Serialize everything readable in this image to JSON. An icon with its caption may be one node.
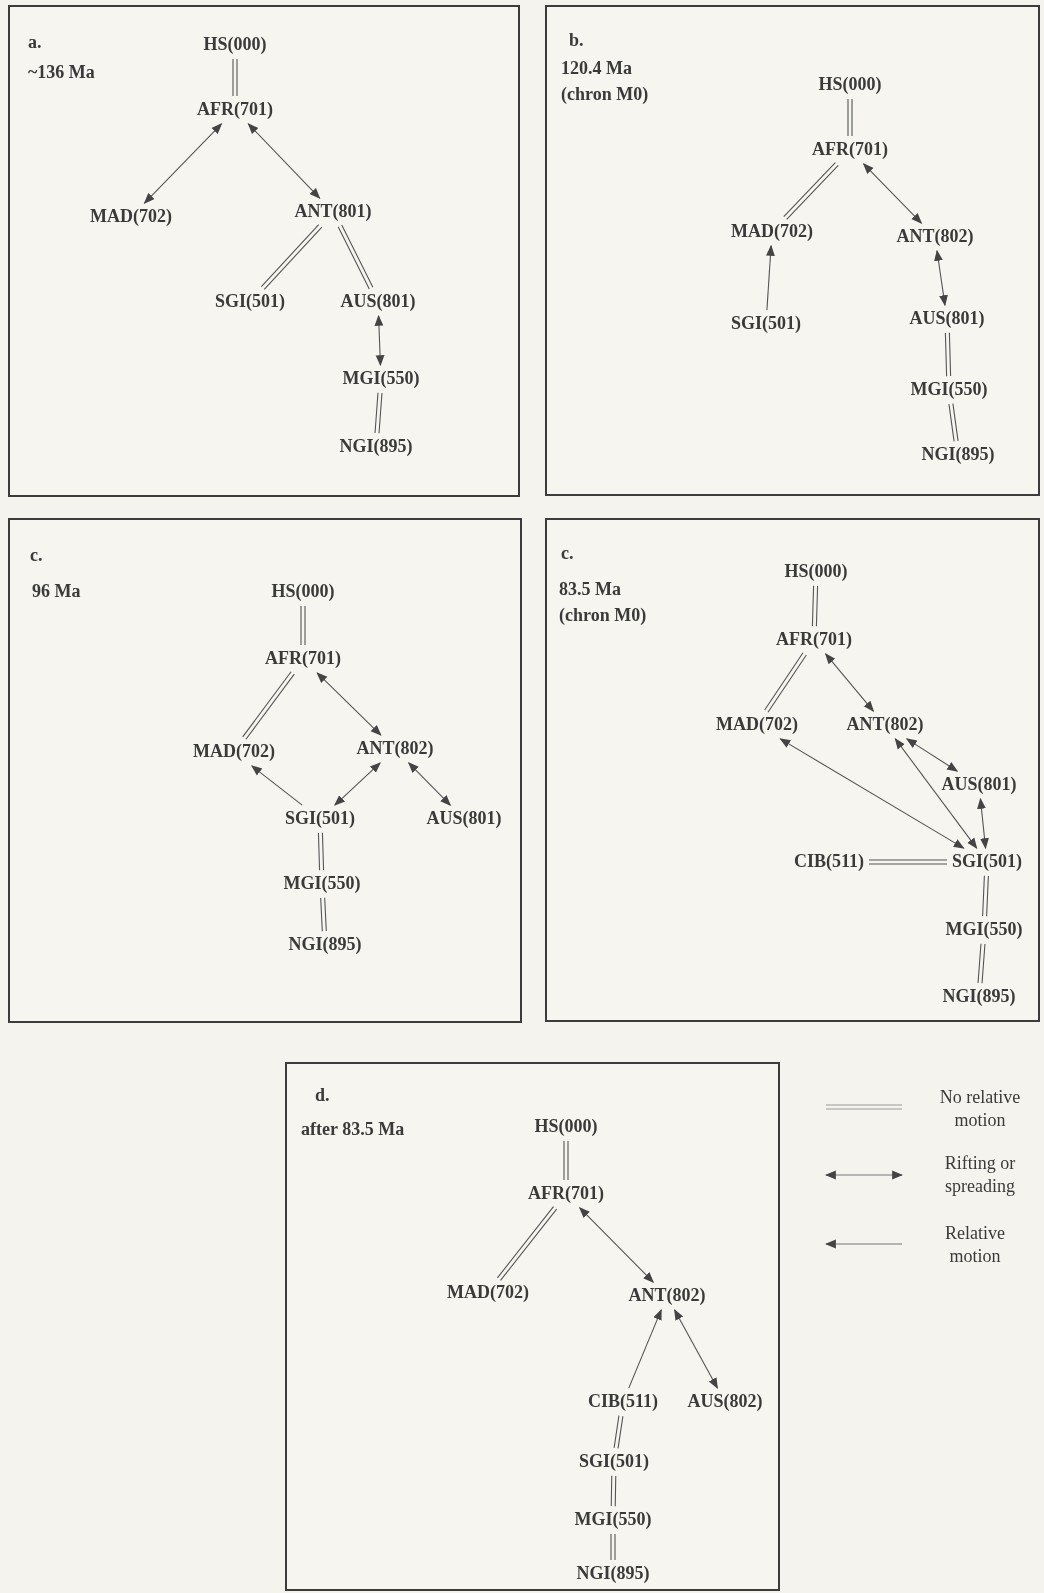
{
  "diagram": {
    "nodes": [
      {
        "text": [
          "a.",
          "~136 Ma"
        ]
      },
      {
        "text": [
          "HS(000)"
        ],
        "in": 0
      },
      {
        "text": [
          "AFR(701)"
        ],
        "in": 0
      },
      {
        "text": [
          "MAD(702)"
        ],
        "in": 0
      },
      {
        "text": [
          "ANT(801)"
        ],
        "in": 0
      },
      {
        "text": [
          "SGI(501)"
        ],
        "in": 0
      },
      {
        "text": [
          "AUS(801)"
        ],
        "in": 0
      },
      {
        "text": [
          "MGI(550)"
        ],
        "in": 0
      },
      {
        "text": [
          "NGI(895)"
        ],
        "in": 0
      },
      {
        "text": [
          "b.",
          "120.4 Ma (chron M0)"
        ]
      },
      {
        "text": [
          "HS(000)"
        ],
        "in": 9
      },
      {
        "text": [
          "AFR(701)"
        ],
        "in": 9
      },
      {
        "text": [
          "MAD(702)"
        ],
        "in": 9
      },
      {
        "text": [
          "ANT(802)"
        ],
        "in": 9
      },
      {
        "text": [
          "SGI(501)"
        ],
        "in": 9
      },
      {
        "text": [
          "AUS(801)"
        ],
        "in": 9
      },
      {
        "text": [
          "MGI(550)"
        ],
        "in": 9
      },
      {
        "text": [
          "NGI(895)"
        ],
        "in": 9
      },
      {
        "text": [
          "c.",
          "96 Ma"
        ]
      },
      {
        "text": [
          "HS(000)"
        ],
        "in": 18
      },
      {
        "text": [
          "AFR(701)"
        ],
        "in": 18
      },
      {
        "text": [
          "MAD(702)"
        ],
        "in": 18
      },
      {
        "text": [
          "ANT(802)"
        ],
        "in": 18
      },
      {
        "text": [
          "SGI(501)"
        ],
        "in": 18
      },
      {
        "text": [
          "AUS(801)"
        ],
        "in": 18
      },
      {
        "text": [
          "MGI(550)"
        ],
        "in": 18
      },
      {
        "text": [
          "NGI(895)"
        ],
        "in": 18
      },
      {
        "text": [
          "c.",
          "83.5 Ma (chron M0)"
        ]
      },
      {
        "text": [
          "HS(000)"
        ],
        "in": 27
      },
      {
        "text": [
          "AFR(701)"
        ],
        "in": 27
      },
      {
        "text": [
          "MAD(702)"
        ],
        "in": 27
      },
      {
        "text": [
          "ANT(802)"
        ],
        "in": 27
      },
      {
        "text": [
          "AUS(801)"
        ],
        "in": 27
      },
      {
        "text": [
          "CIB(511)"
        ],
        "in": 27
      },
      {
        "text": [
          "SGI(501)"
        ],
        "in": 27
      },
      {
        "text": [
          "MGI(550)"
        ],
        "in": 27
      },
      {
        "text": [
          "NGI(895)"
        ],
        "in": 27
      },
      {
        "text": [
          "d.",
          "after 83.5 Ma"
        ]
      },
      {
        "text": [
          "HS(000)"
        ],
        "in": 37
      },
      {
        "text": [
          "AFR(701)"
        ],
        "in": 37
      },
      {
        "text": [
          "MAD(702)"
        ],
        "in": 37
      },
      {
        "text": [
          "ANT(802)"
        ],
        "in": 37
      },
      {
        "text": [
          "CIB(511)"
        ],
        "in": 37
      },
      {
        "text": [
          "AUS(802)"
        ],
        "in": 37
      },
      {
        "text": [
          "SGI(501)"
        ],
        "in": 37
      },
      {
        "text": [
          "MGI(550)"
        ],
        "in": 37
      },
      {
        "text": [
          "NGI(895)"
        ],
        "in": 37
      }
    ],
    "edges": [
      {
        "from": 1,
        "to": 2,
        "arrow": "none"
      },
      {
        "from": 2,
        "to": 3,
        "arrow": "both"
      },
      {
        "from": 2,
        "to": 4,
        "arrow": "both"
      },
      {
        "from": 4,
        "to": 5,
        "arrow": "none"
      },
      {
        "from": 4,
        "to": 6,
        "arrow": "none"
      },
      {
        "from": 6,
        "to": 7,
        "arrow": "both"
      },
      {
        "from": 7,
        "to": 8,
        "arrow": "none"
      },
      {
        "from": 10,
        "to": 11,
        "arrow": "none"
      },
      {
        "from": 11,
        "to": 12,
        "arrow": "none"
      },
      {
        "from": 11,
        "to": 13,
        "arrow": "both"
      },
      {
        "from": 14,
        "to": 12,
        "arrow": "to"
      },
      {
        "from": 13,
        "to": 15,
        "arrow": "both"
      },
      {
        "from": 15,
        "to": 16,
        "arrow": "none"
      },
      {
        "from": 16,
        "to": 17,
        "arrow": "none"
      },
      {
        "from": 19,
        "to": 20,
        "arrow": "none"
      },
      {
        "from": 20,
        "to": 21,
        "arrow": "none"
      },
      {
        "from": 20,
        "to": 22,
        "arrow": "both"
      },
      {
        "from": 23,
        "to": 21,
        "arrow": "to"
      },
      {
        "from": 23,
        "to": 22,
        "arrow": "both"
      },
      {
        "from": 22,
        "to": 24,
        "arrow": "both"
      },
      {
        "from": 23,
        "to": 25,
        "arrow": "none"
      },
      {
        "from": 25,
        "to": 26,
        "arrow": "none"
      },
      {
        "from": 28,
        "to": 29,
        "arrow": "none"
      },
      {
        "from": 29,
        "to": 30,
        "arrow": "none"
      },
      {
        "from": 29,
        "to": 31,
        "arrow": "both"
      },
      {
        "from": 30,
        "to": 34,
        "arrow": "both"
      },
      {
        "from": 31,
        "to": 34,
        "arrow": "both"
      },
      {
        "from": 31,
        "to": 32,
        "arrow": "both"
      },
      {
        "from": 32,
        "to": 34,
        "arrow": "both"
      },
      {
        "from": 33,
        "to": 34,
        "arrow": "none"
      },
      {
        "from": 34,
        "to": 35,
        "arrow": "none"
      },
      {
        "from": 35,
        "to": 36,
        "arrow": "none"
      },
      {
        "from": 38,
        "to": 39,
        "arrow": "none"
      },
      {
        "from": 39,
        "to": 40,
        "arrow": "none"
      },
      {
        "from": 39,
        "to": 41,
        "arrow": "both"
      },
      {
        "from": 42,
        "to": 41,
        "arrow": "to"
      },
      {
        "from": 41,
        "to": 43,
        "arrow": "both"
      },
      {
        "from": 42,
        "to": 44,
        "arrow": "none"
      },
      {
        "from": 44,
        "to": 45,
        "arrow": "none"
      },
      {
        "from": 45,
        "to": 46,
        "arrow": "none"
      }
    ],
    "legend": [
      {
        "text": "No relative motion"
      },
      {
        "text": "Rifting or spreading"
      },
      {
        "text": "Relative motion"
      }
    ]
  }
}
